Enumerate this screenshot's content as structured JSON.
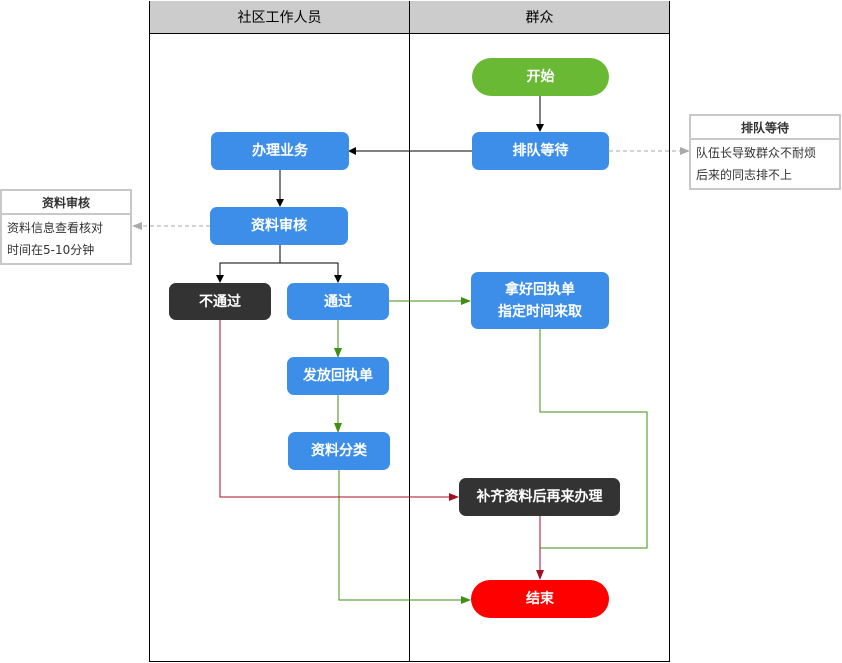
{
  "lanes": [
    {
      "title": "社区工作人员"
    },
    {
      "title": "群众"
    }
  ],
  "nodes": {
    "start": "开始",
    "queue": "排队等待",
    "handle": "办理业务",
    "review": "资料审核",
    "reject": "不通过",
    "pass": "通过",
    "issue_receipt": "发放回执单",
    "classify": "资料分类",
    "take_receipt_line1": "拿好回执单",
    "take_receipt_line2": "指定时间来取",
    "resubmit": "补齐资料后再来办理",
    "end": "结束"
  },
  "notes": {
    "review_note": {
      "title": "资料审核",
      "line1": "资料信息查看核对",
      "line2": "时间在5-10分钟"
    },
    "queue_note": {
      "title": "排队等待",
      "line1": "队伍长导致群众不耐烦",
      "line2": "后来的同志排不上"
    }
  },
  "colors": {
    "process": "#3d8ee9",
    "dark": "#333333",
    "start": "#69b935",
    "end": "#ff0000",
    "edge_default": "#000000",
    "edge_pass": "#3f8f12",
    "edge_reject": "#a50f24",
    "edge_note": "#aaaaaa"
  }
}
